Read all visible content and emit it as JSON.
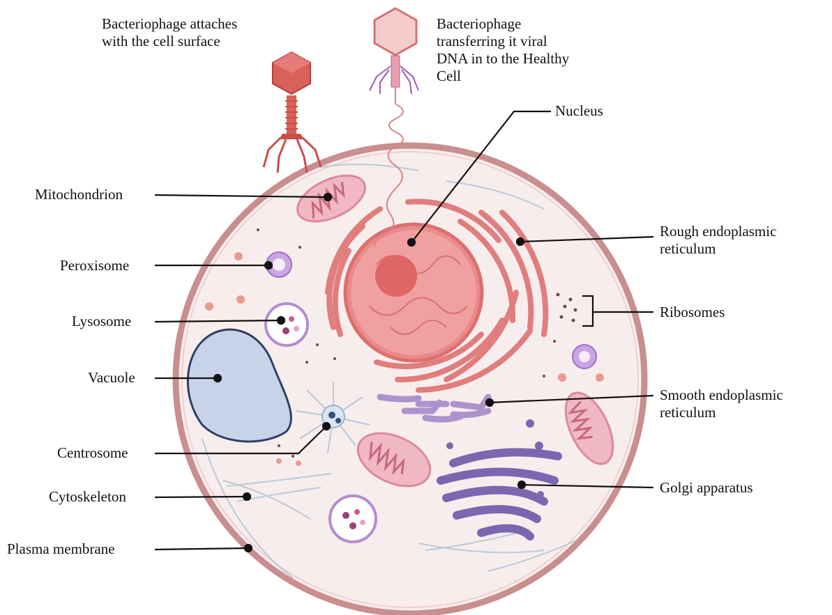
{
  "colors": {
    "membrane": "#c98e8e",
    "cytoplasm": "#f8eded",
    "nucleus": "#ea8a8a",
    "er": "#e07d7d",
    "phage": "#d9605b",
    "phage_light": "#f5cccc",
    "mitochondrion": "#f0b8c2",
    "golgi": "#7b67b0",
    "smooth_er": "#ad93cc",
    "vacuole": "#c8d3ea",
    "leader": "#111111"
  },
  "labels": {
    "phage_attach": [
      "Bacteriophage attaches",
      "with the cell surface"
    ],
    "phage_transfer": [
      "Bacteriophage",
      "transferring it viral",
      "DNA in to the Healthy",
      "Cell"
    ],
    "nucleus": "Nucleus",
    "mitochondrion": "Mitochondrion",
    "rough_er": [
      "Rough endoplasmic",
      "reticulum"
    ],
    "peroxisome": "Peroxisome",
    "ribosomes": "Ribosomes",
    "lysosome": "Lysosome",
    "vacuole": "Vacuole",
    "smooth_er": [
      "Smooth endoplasmic",
      "reticulum"
    ],
    "centrosome": "Centrosome",
    "golgi": "Golgi apparatus",
    "cytoskeleton": "Cytoskeleton",
    "plasma_membrane": "Plasma membrane"
  }
}
